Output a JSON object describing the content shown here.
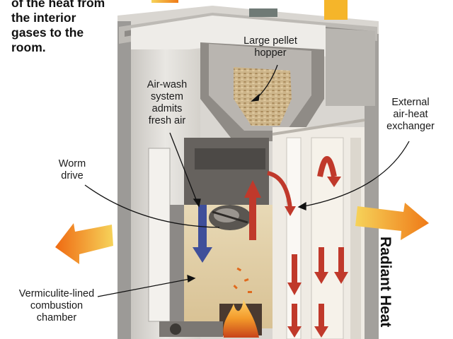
{
  "caption": {
    "lines": [
      "of the heat from",
      "the interior",
      "gases to the",
      "room."
    ]
  },
  "labels": {
    "hopper": [
      "Large pellet",
      "hopper"
    ],
    "airwash": [
      "Air-wash",
      "system",
      "admits",
      "fresh air"
    ],
    "external": [
      "External",
      "air-heat",
      "exchanger"
    ],
    "worm": [
      "Worm",
      "drive"
    ],
    "chamber": [
      "Vermiculite-lined",
      "combustion",
      "chamber"
    ],
    "radiant": "Radiant Heat"
  },
  "colors": {
    "heat_arrow": "#f08a1e",
    "hot_arrow": "#c0392b",
    "cold_arrow": "#3f4f9a",
    "cabinet": "#e7e5e1",
    "cabinet_side": "#9c9a97",
    "interior": "#d9d2c2",
    "flame": "#f3a53a"
  },
  "icons": [
    "heat-out-arrow-icon",
    "fire-icon",
    "convection-arrow-icon"
  ]
}
